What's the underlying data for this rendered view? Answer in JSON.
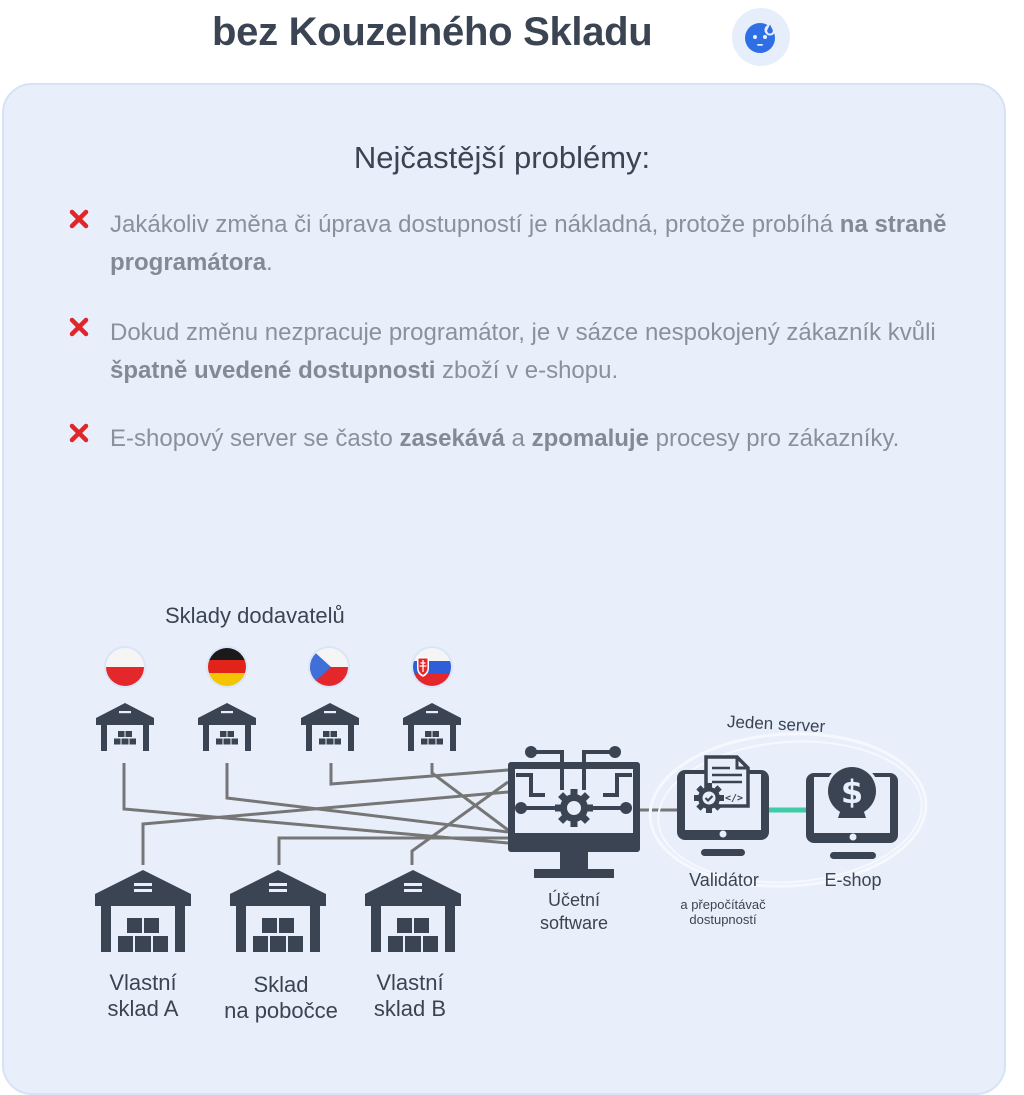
{
  "header": {
    "title": "bez Kouzelného Skladu",
    "emoji_icon": "sweating-sad-face-icon"
  },
  "panel": {
    "heading": "Nejčastější problémy:",
    "problems": [
      {
        "icon": "red-x-icon",
        "parts": [
          {
            "text": "Jakákoliv změna či úprava dostupností je nákladná, protože probíhá ",
            "bold": false
          },
          {
            "text": "na straně programátora",
            "bold": true
          },
          {
            "text": ".",
            "bold": false
          }
        ]
      },
      {
        "icon": "red-x-icon",
        "parts": [
          {
            "text": "Dokud změnu nezpracuje programátor, je v sázce nespokojený zákazník kvůli ",
            "bold": false
          },
          {
            "text": "špatně uvedené dostupnosti",
            "bold": true
          },
          {
            "text": " zboží v e-shopu.",
            "bold": false
          }
        ]
      },
      {
        "icon": "red-x-icon",
        "parts": [
          {
            "text": "E-shopový server se často ",
            "bold": false
          },
          {
            "text": "zasekává",
            "bold": true
          },
          {
            "text": " a ",
            "bold": false
          },
          {
            "text": "zpomaluje",
            "bold": true
          },
          {
            "text": " procesy pro zákazníky.",
            "bold": false
          }
        ]
      }
    ]
  },
  "diagram": {
    "suppliers_label": "Sklady dodavatelů",
    "suppliers": [
      {
        "flag": "poland-flag-icon",
        "name": "Poland"
      },
      {
        "flag": "germany-flag-icon",
        "name": "Germany"
      },
      {
        "flag": "czech-flag-icon",
        "name": "Czech Republic"
      },
      {
        "flag": "slovakia-flag-icon",
        "name": "Slovakia"
      }
    ],
    "own_warehouses": [
      {
        "line1": "Vlastní",
        "line2": "sklad A"
      },
      {
        "line1": "Sklad",
        "line2": "na pobočce"
      },
      {
        "line1": "Vlastní",
        "line2": "sklad B"
      }
    ],
    "accounting": {
      "line1": "Účetní",
      "line2": "software"
    },
    "validator": {
      "title": "Validátor",
      "sub1": "a přepočítávač",
      "sub2": "dostupností"
    },
    "eshop": {
      "title": "E-shop"
    },
    "server_group_label": "Jeden server",
    "colors": {
      "icon": "#3b4452",
      "line": "#767676",
      "link_highlight": "#3fcca6",
      "cross": "#e0262b",
      "panel_bg": "#e8effb"
    }
  }
}
